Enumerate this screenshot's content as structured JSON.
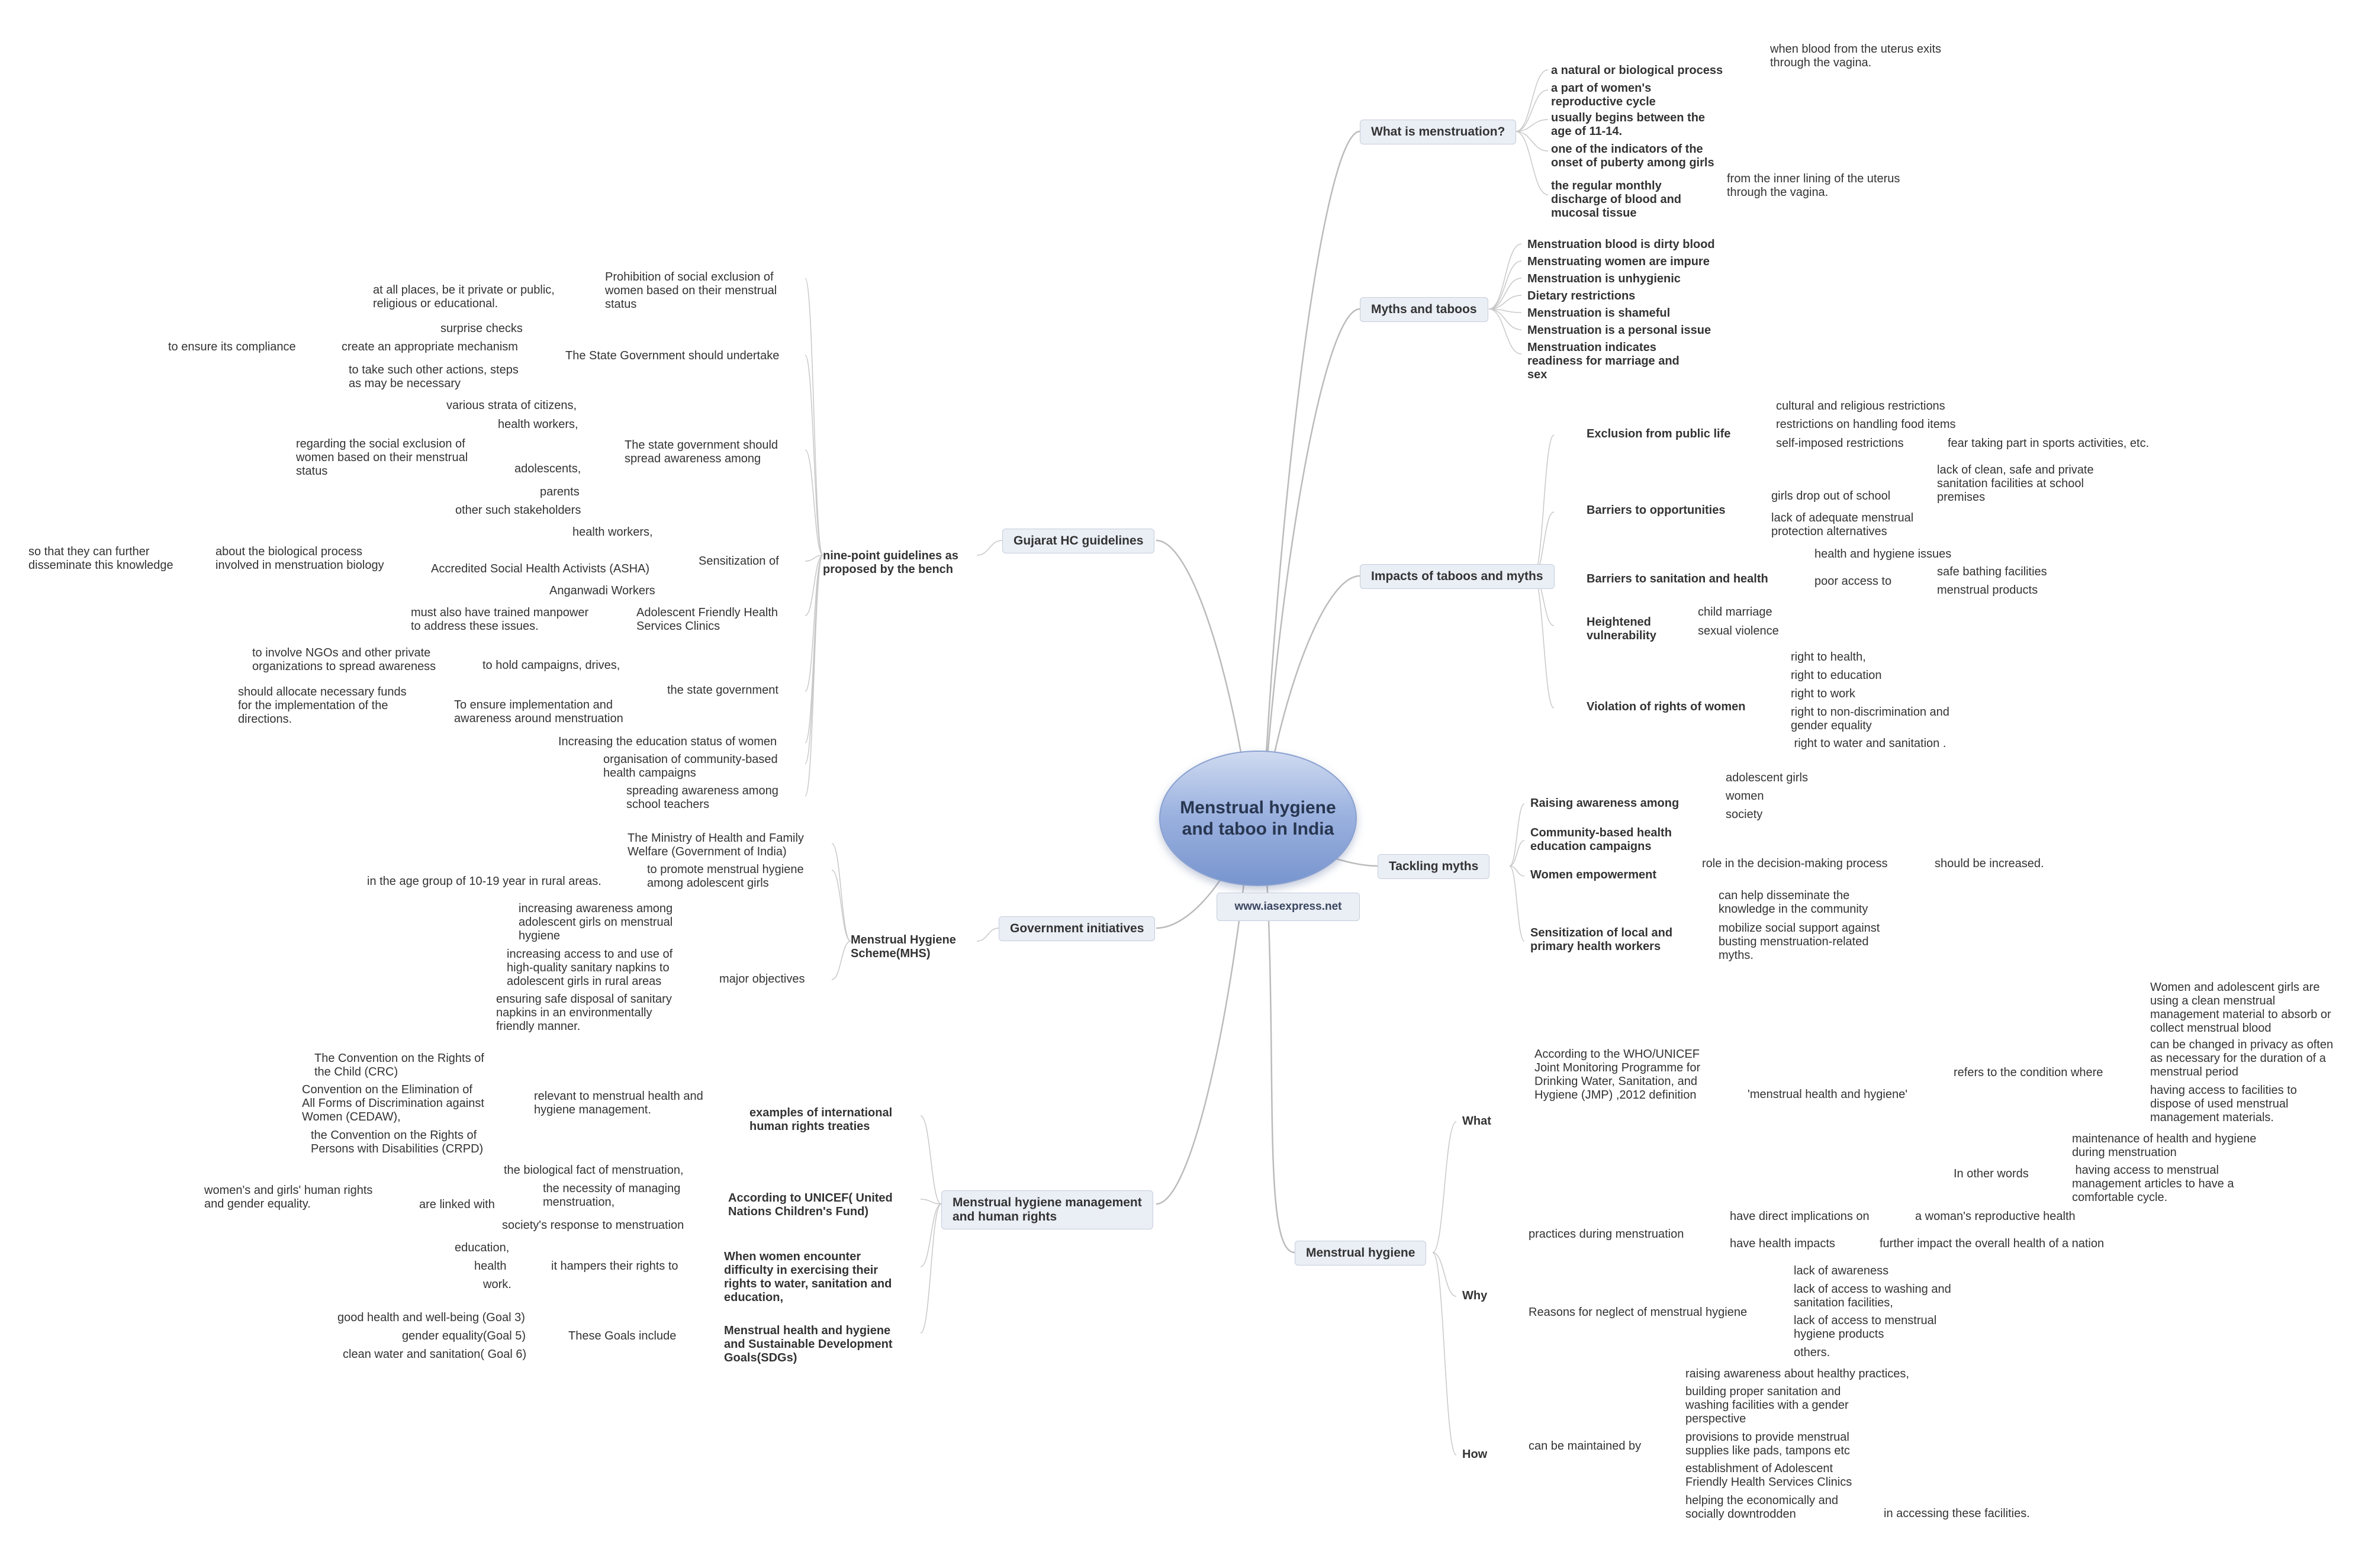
{
  "central": {
    "title": "Menstrual hygiene\nand taboo in India",
    "website": "www.iasexpress.net"
  },
  "right": {
    "menstruation": {
      "title": "What is menstruation?",
      "natural": "a natural or biological process",
      "natural_detail": "when blood from the uterus exits\nthrough the vagina.",
      "cycle": "a part of women's\nreproductive cycle",
      "begins": "usually begins between the\nage of 11-14.",
      "indicator": "one of the indicators of the\nonset of puberty among girls",
      "discharge": "the regular monthly\ndischarge of blood and\nmucosal tissue",
      "discharge_detail": "from the inner lining of the uterus\nthrough the vagina."
    },
    "myths": {
      "title": "Myths and taboos",
      "items": [
        "Menstruation blood is dirty blood",
        "Menstruating women are impure",
        "Menstruation is unhygienic",
        "Dietary restrictions",
        "Menstruation is shameful",
        "Menstruation is a personal issue",
        "Menstruation indicates\nreadiness for marriage and\nsex"
      ]
    },
    "impacts": {
      "title": "Impacts of taboos and myths",
      "exclusion": "Exclusion from public life",
      "exclusion_items": [
        "cultural and religious restrictions",
        "restrictions on handling food items",
        "self-imposed restrictions"
      ],
      "exclusion_sports": "fear taking part in sports activities, etc.",
      "barriers_opp": "Barriers to opportunities",
      "girls_drop": "girls drop out of school",
      "lack_facilities": "lack of clean, safe and private\nsanitation facilities at school\npremises",
      "lack_protection": "lack of adequate menstrual\nprotection alternatives",
      "barriers_san": "Barriers to sanitation and health",
      "health_issues": "health and hygiene issues",
      "poor_access": "poor access to",
      "bathing": "safe bathing facilities",
      "products": "menstrual products",
      "vulnerability": "Heightened\nvulnerability",
      "vulnerability_items": [
        "child marriage",
        "sexual violence"
      ],
      "violation": "Violation of rights of women",
      "rights": [
        "right to health,",
        "right to education",
        "right to work",
        "right to non-discrimination and\ngender equality",
        " right to water and sanitation ."
      ]
    },
    "tackling": {
      "title": "Tackling myths",
      "raising": "Raising awareness among",
      "raising_items": [
        "adolescent girls",
        "women",
        "society"
      ],
      "community": "Community-based health\neducation campaigns",
      "empowerment": "Women empowerment",
      "role": "role in the decision-making process",
      "increased": "should be increased.",
      "sensitization": "Sensitization of local and\nprimary health workers",
      "disseminate": "can help disseminate the\nknowledge in the community",
      "mobilize": "mobilize social support against\nbusting menstruation-related\nmyths."
    },
    "hygiene": {
      "title": "Menstrual hygiene",
      "what": "What",
      "jmp": "According to the WHO/UNICEF\nJoint Monitoring Programme for\nDrinking Water, Sanitation, and\nHygiene (JMP) ,2012 definition",
      "mhh": "'menstrual health and hygiene'",
      "refers": "refers to the condition where",
      "refers_items": [
        "Women and adolescent girls are\nusing a clean menstrual\nmanagement material to absorb or\ncollect menstrual blood",
        "can be changed in privacy as often\nas necessary for the duration of a\nmenstrual period",
        "having access to facilities to\ndispose of used menstrual\nmanagement materials."
      ],
      "other_words": "In other words",
      "other_items": [
        "maintenance of health and hygiene\nduring menstruation",
        " having access to menstrual\nmanagement articles to have a\ncomfortable cycle."
      ],
      "why": "Why",
      "practices": "practices during menstruation",
      "direct": "have direct implications on",
      "reproductive": "a woman's reproductive health",
      "health_impacts": "have health impacts",
      "further": "further impact the overall health of a nation",
      "neglect": "Reasons for neglect of menstrual hygiene",
      "neglect_items": [
        "lack of awareness",
        "lack of access to washing and\nsanitation facilities,",
        "lack of access to menstrual\nhygiene products",
        "others."
      ],
      "how": "How",
      "maintained": "can be maintained by",
      "how_items": [
        "raising awareness about healthy practices,",
        "building proper sanitation and\nwashing facilities with a gender\nperspective",
        "provisions to provide menstrual\nsupplies like pads, tampons etc",
        "establishment of Adolescent\nFriendly Health Services Clinics",
        "helping the economically and\nsocially downtrodden"
      ],
      "accessing": "in accessing these facilities."
    }
  },
  "left": {
    "gujarat": {
      "title": "Gujarat HC guidelines",
      "bench": "nine-point guidelines as\nproposed by the bench",
      "prohibition": "Prohibition of social exclusion of\nwomen based on their menstrual\nstatus",
      "all_places": "at all places, be it private or public,\nreligious or educational.",
      "state_undertake": "The State Government should undertake",
      "surprise": "surprise checks",
      "mechanism": "create an appropriate mechanism",
      "compliance": "to ensure its compliance",
      "other_actions": "to take such other actions, steps\nas may be necessary",
      "spread": "The state government should\nspread awareness among",
      "strata": "various strata of citizens,",
      "health_workers1": "health workers,",
      "adolescents": "adolescents,",
      "regarding": "regarding the social exclusion of\nwomen based on their menstrual\nstatus",
      "parents": "parents",
      "stakeholders": "other such stakeholders",
      "sensitization": "Sensitization of",
      "health_workers2": "health workers,",
      "asha": "Accredited Social Health Activists (ASHA)",
      "biological": "about the biological process\ninvolved in menstruation biology",
      "further": "so that they can further\ndisseminate this knowledge",
      "anganwadi": "Anganwadi Workers",
      "afhs": "Adolescent Friendly Health\nServices Clinics",
      "manpower": "must also have trained manpower\nto address these issues.",
      "state_gov": "the state government",
      "campaigns": "to hold campaigns, drives,",
      "ngos": "to involve NGOs and other private\norganizations to spread awareness",
      "ensure_impl": "To ensure implementation and\nawareness around menstruation",
      "allocate": "should allocate necessary funds\nfor the implementation of the\ndirections.",
      "education": "Increasing the education status of women",
      "community": "organisation of community-based\nhealth campaigns",
      "teachers": "spreading awareness among\nschool teachers"
    },
    "government": {
      "title": "Government initiatives",
      "mhs": "Menstrual Hygiene\nScheme(MHS)",
      "ministry": "The Ministry of Health and Family\nWelfare (Government of India)",
      "promote": "to promote menstrual hygiene\namong adolescent girls",
      "age": "in the age group of 10-19 year in rural areas.",
      "objectives": "major objectives",
      "objective_items": [
        "increasing awareness among\nadolescent girls on menstrual\nhygiene",
        "increasing access to and use of\nhigh-quality sanitary napkins to\nadolescent girls in rural areas",
        "ensuring safe disposal of sanitary\nnapkins in an environmentally\nfriendly manner."
      ]
    },
    "rights": {
      "title": "Menstrual hygiene management\nand human rights",
      "treaties": "examples of international\nhuman rights treaties",
      "relevant": "relevant to menstrual health and\nhygiene management.",
      "treaty_items": [
        "The Convention on the Rights of\nthe Child (CRC)",
        "Convention on the Elimination of\nAll Forms of Discrimination against\nWomen (CEDAW),",
        "the Convention on the Rights of\nPersons with Disabilities (CRPD)"
      ],
      "unicef": "According to UNICEF( United\nNations Children's Fund)",
      "linked": "are linked with",
      "linked_items": [
        "the biological fact of menstruation,",
        "the necessity of managing\nmenstruation,",
        "society's response to menstruation"
      ],
      "womens_rights": "women's and girls' human rights\nand gender equality.",
      "difficulty": "When women encounter\ndifficulty in exercising their\nrights to water, sanitation and\neducation,",
      "hampers": "it hampers their rights to",
      "hampers_items": [
        "education,",
        "health",
        "work."
      ],
      "sdg": "Menstrual health and hygiene\nand Sustainable Development\nGoals(SDGs)",
      "goals": "These Goals include",
      "goal_items": [
        "good health and well-being (Goal 3)",
        "gender equality(Goal 5)",
        "clean water and sanitation( Goal 6)"
      ]
    }
  }
}
